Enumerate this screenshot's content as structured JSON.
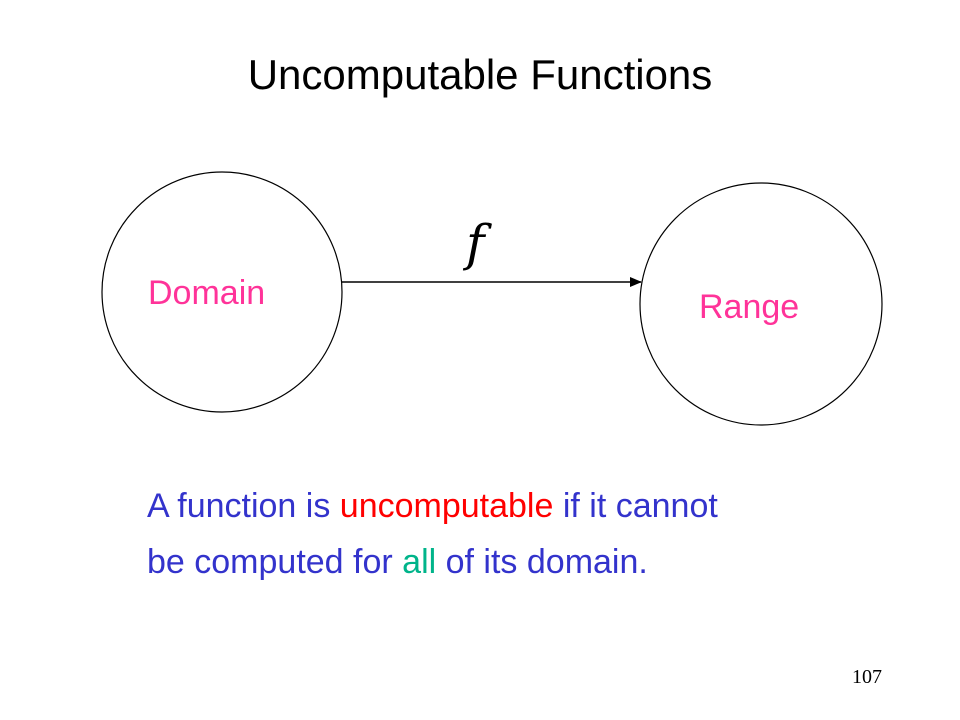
{
  "title": "Uncomputable Functions",
  "diagram": {
    "domain_label": "Domain",
    "range_label": "Range",
    "function_label": "f",
    "arrow_from": "Domain",
    "arrow_to": "Range"
  },
  "body": {
    "line1": [
      {
        "text": "A function is ",
        "color": "#3333CC"
      },
      {
        "text": "uncomputable",
        "color": "#FF0000"
      },
      {
        "text": " if it cannot",
        "color": "#3333CC"
      }
    ],
    "line2": [
      {
        "text": "be computed for ",
        "color": "#3333CC"
      },
      {
        "text": "all",
        "color": "#00B48A"
      },
      {
        "text": " of its domain.",
        "color": "#3333CC"
      }
    ]
  },
  "page_number": "107",
  "colors": {
    "label_pink": "#FF3399",
    "body_blue": "#3333CC",
    "emphasis_red": "#FF0000",
    "emphasis_green": "#00B48A"
  }
}
